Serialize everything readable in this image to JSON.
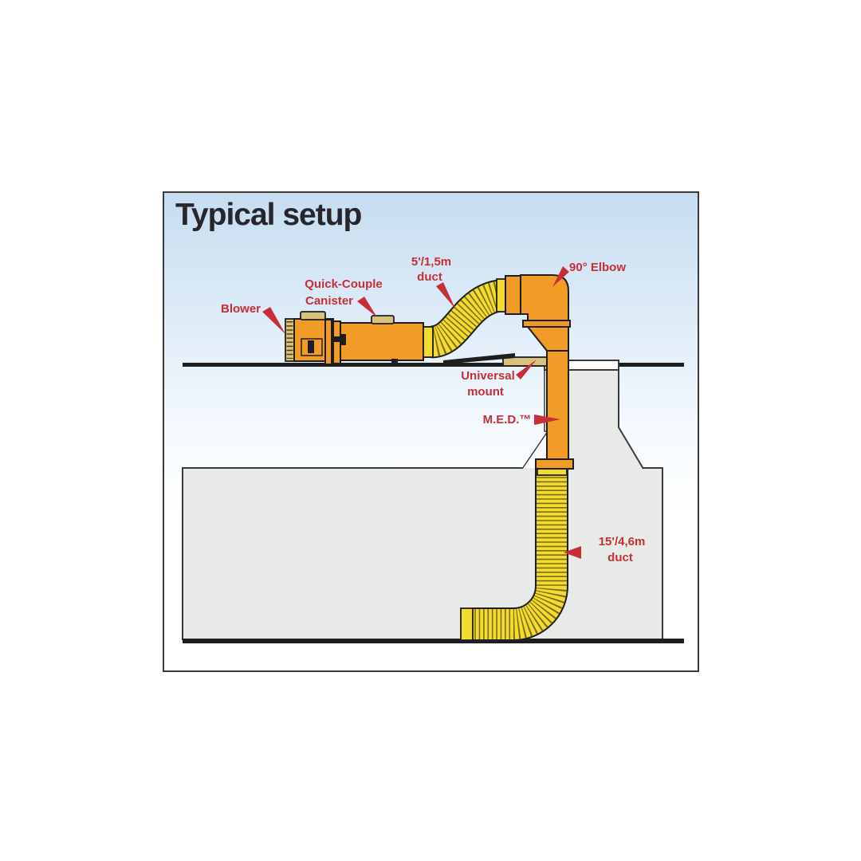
{
  "title": "Typical setup",
  "labels": {
    "blower": "Blower",
    "quick_couple": {
      "line1": "Quick-Couple",
      "line2": "Canister"
    },
    "duct_5": {
      "line1": "5'/1,5m",
      "line2": "duct"
    },
    "elbow": "90° Elbow",
    "universal_mount": {
      "line1": "Universal",
      "line2": "mount"
    },
    "med": "M.E.D.™",
    "duct_15": {
      "line1": "15'/4,6m",
      "line2": "duct"
    }
  },
  "colors": {
    "c_red": "#C62F36",
    "c_orange": "#F09C26",
    "c_yellow": "#F2DC2F",
    "c_gray": "#E7EAE6",
    "c_sky": "#C6DDF0",
    "c_tan": "#D9C27E",
    "c_ink": "#1E1E1E",
    "c_stripe": "#7E6D14",
    "c_line": "#3A3A3A"
  }
}
